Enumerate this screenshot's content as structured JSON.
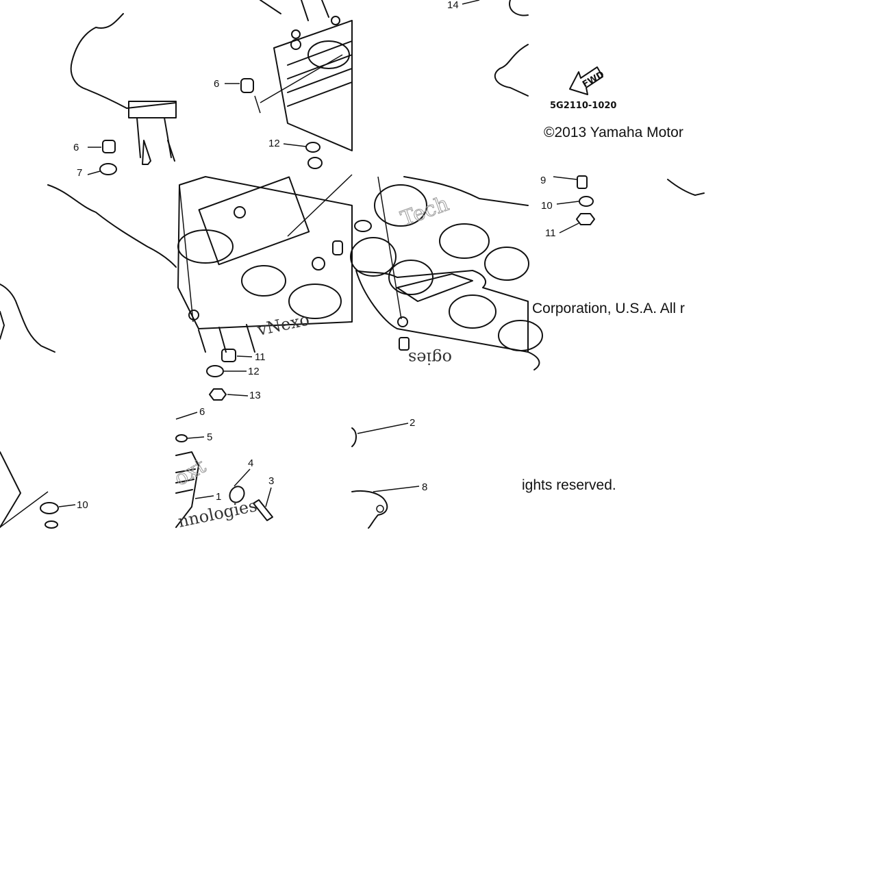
{
  "diagram": {
    "part_number": "5G2110-1020",
    "fwd_label": "FWD",
    "copyright": [
      "©2013 Yamaha Motor",
      "Corporation, U.S.A. All r",
      "ights reserved."
    ],
    "watermarks": [
      "Tech",
      "vNexo",
      "ogies",
      "oxt",
      "nnologies"
    ],
    "callouts": [
      {
        "id": "c14",
        "label": "14"
      },
      {
        "id": "c6a",
        "label": "6"
      },
      {
        "id": "c6b",
        "label": "6"
      },
      {
        "id": "c7",
        "label": "7"
      },
      {
        "id": "c12a",
        "label": "12"
      },
      {
        "id": "c9",
        "label": "9"
      },
      {
        "id": "c10a",
        "label": "10"
      },
      {
        "id": "c11a",
        "label": "11"
      },
      {
        "id": "c11b",
        "label": "11"
      },
      {
        "id": "c12b",
        "label": "12"
      },
      {
        "id": "c13",
        "label": "13"
      },
      {
        "id": "c6c",
        "label": "6"
      },
      {
        "id": "c5",
        "label": "5"
      },
      {
        "id": "c2",
        "label": "2"
      },
      {
        "id": "c4",
        "label": "4"
      },
      {
        "id": "c3",
        "label": "3"
      },
      {
        "id": "c1",
        "label": "1"
      },
      {
        "id": "c8",
        "label": "8"
      },
      {
        "id": "c10b",
        "label": "10"
      }
    ]
  }
}
